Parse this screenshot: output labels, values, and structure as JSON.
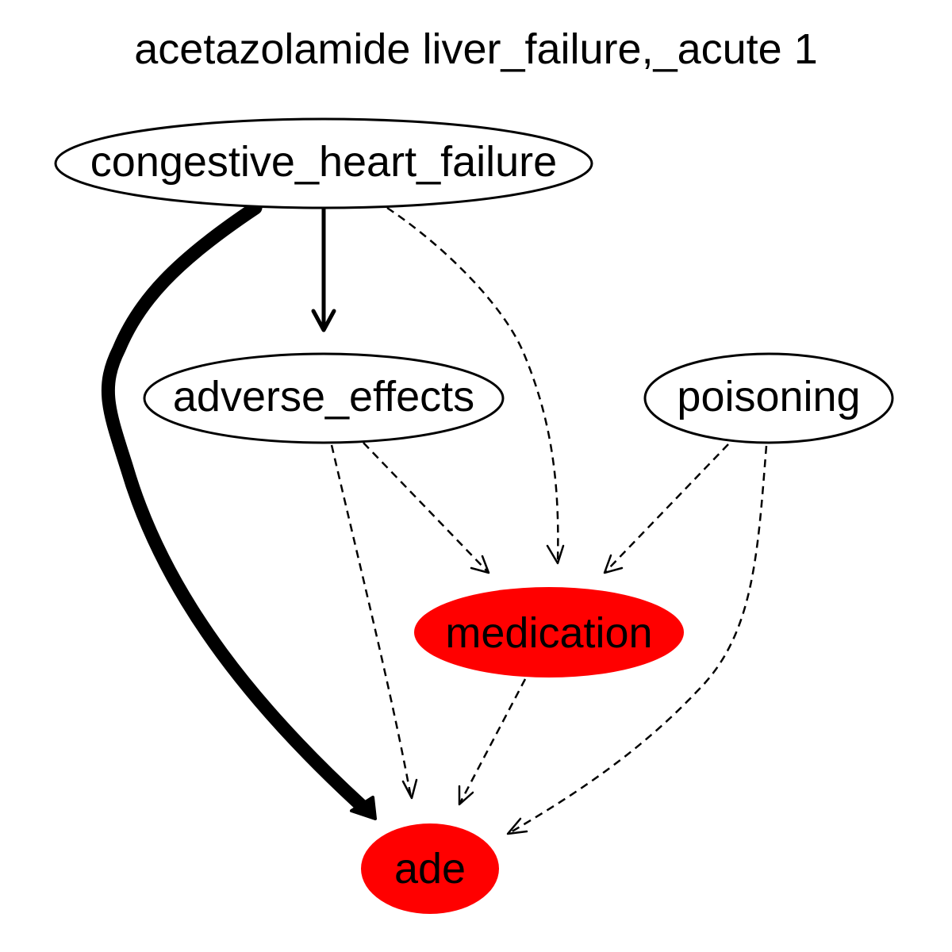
{
  "title": "acetazolamide liver_failure,_acute 1",
  "highlight_color": "#ff0000",
  "nodes": {
    "congestive_heart_failure": {
      "label": "congestive_heart_failure",
      "fill": "#ffffff"
    },
    "adverse_effects": {
      "label": "adverse_effects",
      "fill": "#ffffff"
    },
    "poisoning": {
      "label": "poisoning",
      "fill": "#ffffff"
    },
    "medication": {
      "label": "medication",
      "fill": "#ff0000"
    },
    "ade": {
      "label": "ade",
      "fill": "#ff0000"
    }
  },
  "edges": [
    {
      "from": "congestive_heart_failure",
      "to": "ade",
      "style": "bold"
    },
    {
      "from": "congestive_heart_failure",
      "to": "adverse_effects",
      "style": "solid"
    },
    {
      "from": "congestive_heart_failure",
      "to": "medication",
      "style": "dashed"
    },
    {
      "from": "adverse_effects",
      "to": "medication",
      "style": "dashed"
    },
    {
      "from": "adverse_effects",
      "to": "ade",
      "style": "dashed"
    },
    {
      "from": "poisoning",
      "to": "medication",
      "style": "dashed"
    },
    {
      "from": "poisoning",
      "to": "ade",
      "style": "dashed"
    },
    {
      "from": "medication",
      "to": "ade",
      "style": "dashed"
    }
  ]
}
